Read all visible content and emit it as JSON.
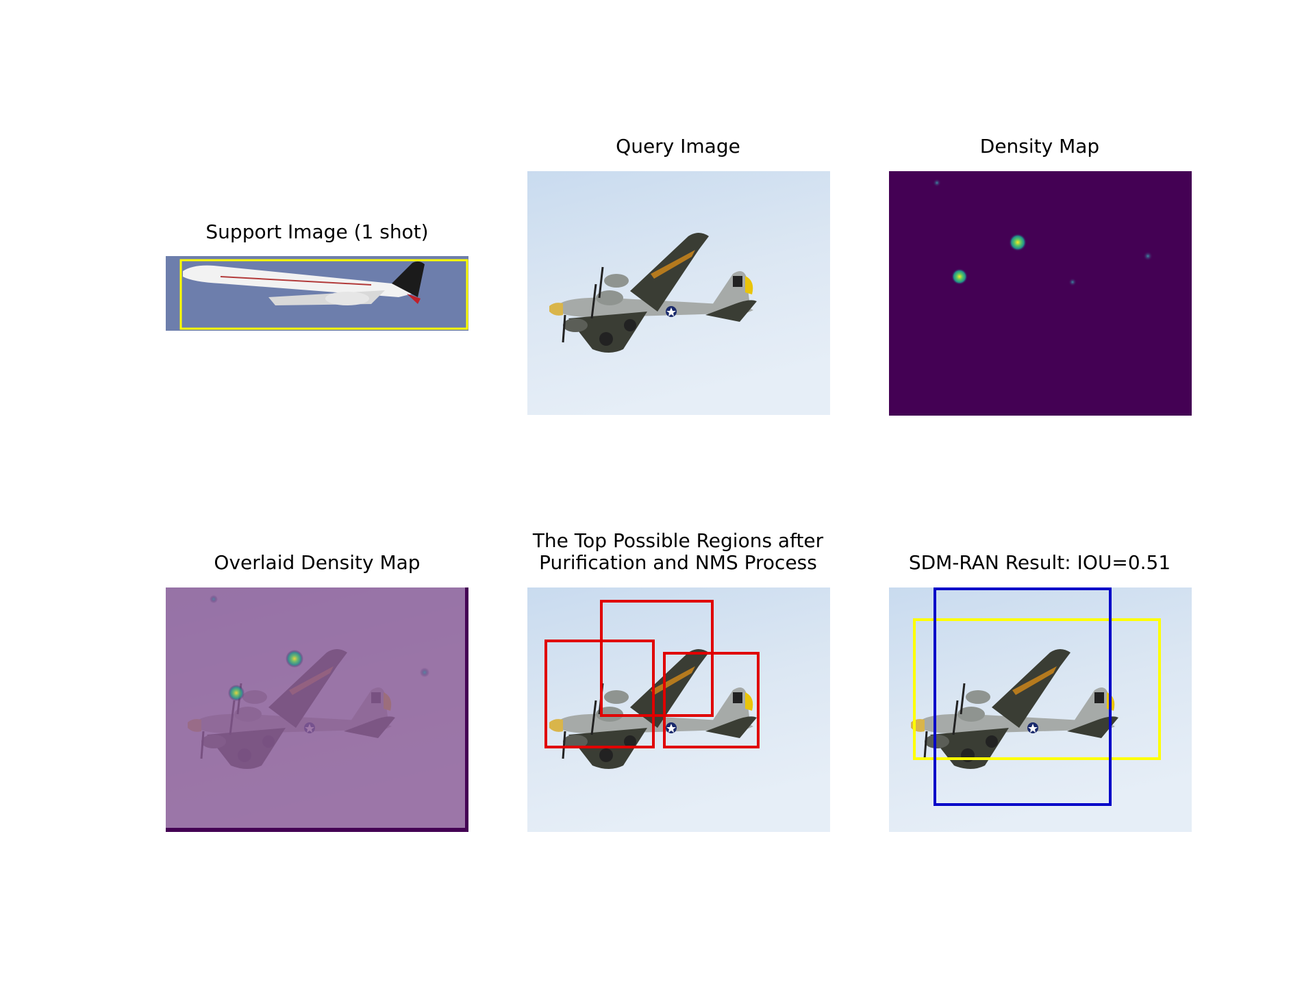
{
  "panels": {
    "support": {
      "title": "Support Image (1 shot)"
    },
    "query": {
      "title": "Query Image"
    },
    "density": {
      "title": "Density Map"
    },
    "overlaid": {
      "title": "Overlaid Density Map"
    },
    "regions": {
      "title": "The Top Possible Regions after\nPurification and NMS Process"
    },
    "result": {
      "title": "SDM-RAN Result: IOU=0.51"
    }
  },
  "colors": {
    "sky_light": "#dfe9f4",
    "sky_blue": "#c3d7ec",
    "plane_dark": "#3a3d34",
    "plane_body": "#a6aaa8",
    "density_bg": "#440154",
    "overlay_tint": "#8b5c96",
    "box_yellow": "#ffff00",
    "box_red": "#e00000",
    "box_blue": "#0000c8",
    "support_bg": "#6d7eac"
  }
}
